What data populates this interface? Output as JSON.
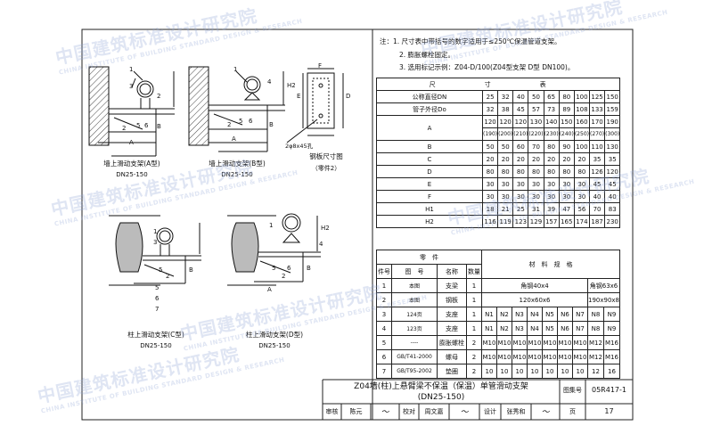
{
  "notes": {
    "n1": "注：1. 尺寸表中带括号的数字适用于≤250℃保温管道支架。",
    "n2": "2. 膨胀螺栓固定。",
    "n3": "3. 选用标记示例：Z04-D/100(Z04型支架 D型 DN100)。"
  },
  "dimension_table": {
    "title": "尺　寸　表",
    "rows": [
      {
        "label": "公称直径DN",
        "values": [
          "25",
          "32",
          "40",
          "50",
          "65",
          "80",
          "100",
          "125",
          "150"
        ]
      },
      {
        "label": "管子外径Do",
        "values": [
          "32",
          "38",
          "45",
          "57",
          "73",
          "89",
          "108",
          "133",
          "159"
        ]
      },
      {
        "label": "A",
        "values": [
          "120",
          "120",
          "120",
          "130",
          "140",
          "150",
          "160",
          "170",
          "190"
        ]
      },
      {
        "label": "",
        "values": [
          "(190)",
          "(200)",
          "(210)",
          "(220)",
          "(230)",
          "(240)",
          "(250)",
          "(270)",
          "(300)"
        ]
      },
      {
        "label": "B",
        "values": [
          "50",
          "50",
          "60",
          "70",
          "80",
          "90",
          "100",
          "110",
          "130"
        ]
      },
      {
        "label": "C",
        "values": [
          "20",
          "20",
          "20",
          "20",
          "20",
          "20",
          "20",
          "35",
          "35"
        ]
      },
      {
        "label": "D",
        "values": [
          "80",
          "80",
          "80",
          "80",
          "80",
          "80",
          "80",
          "126",
          "120"
        ]
      },
      {
        "label": "E",
        "values": [
          "30",
          "30",
          "30",
          "30",
          "30",
          "30",
          "30",
          "45",
          "45"
        ]
      },
      {
        "label": "F",
        "values": [
          "30",
          "30",
          "30",
          "30",
          "30",
          "30",
          "30",
          "40",
          "40"
        ]
      },
      {
        "label": "H1",
        "values": [
          "18",
          "21",
          "25",
          "31",
          "39",
          "47",
          "56",
          "70",
          "83"
        ]
      },
      {
        "label": "H2",
        "values": [
          "116",
          "119",
          "123",
          "129",
          "157",
          "165",
          "174",
          "187",
          "230"
        ]
      }
    ]
  },
  "parts_table": {
    "header": {
      "col1": "零　件",
      "spec": "材　料　规　格"
    },
    "subheader": {
      "no": "件号",
      "drawing": "图　号",
      "name": "名称",
      "qty": "数量"
    },
    "rows": [
      {
        "no": "1",
        "drawing": "本图",
        "name": "支梁",
        "qty": "1",
        "span": [
          "角钢40x4",
          "角钢63x6"
        ]
      },
      {
        "no": "2",
        "drawing": "本图",
        "name": "钢板",
        "qty": "1",
        "span": [
          "120x60x6",
          "190x90x8"
        ]
      },
      {
        "no": "3",
        "drawing": "124页",
        "name": "支座",
        "qty": "1",
        "cells": [
          "N1",
          "N2",
          "N3",
          "N4",
          "N5",
          "N6",
          "N7",
          "N8",
          "N9"
        ]
      },
      {
        "no": "4",
        "drawing": "123页",
        "name": "支座",
        "qty": "1",
        "cells": [
          "N1",
          "N2",
          "N3",
          "N4",
          "N5",
          "N6",
          "N7",
          "N8",
          "N9"
        ]
      },
      {
        "no": "5",
        "drawing": "----",
        "name": "膨胀螺栓",
        "qty": "2",
        "cells": [
          "M10",
          "M10",
          "M10",
          "M10",
          "M10",
          "M10",
          "M10",
          "M12",
          "M16"
        ]
      },
      {
        "no": "6",
        "drawing": "GB/T41-2000",
        "name": "螺母",
        "qty": "2",
        "cells": [
          "M10",
          "M10",
          "M10",
          "M10",
          "M10",
          "M10",
          "M10",
          "M12",
          "M16"
        ]
      },
      {
        "no": "7",
        "drawing": "GB/T95-2002",
        "name": "垫圈",
        "qty": "2",
        "cells": [
          "10",
          "10",
          "10",
          "10",
          "10",
          "10",
          "10",
          "12",
          "16"
        ]
      }
    ]
  },
  "title_block": {
    "title1": "Z04墙(柱)上悬臂梁不保温（保温）单管滑动支架",
    "title2": "(DN25-150)",
    "atlas_label": "图集号",
    "atlas_no": "05R417-1",
    "review_label": "审核",
    "review_name": "陈元",
    "check_label": "校对",
    "check_name": "周文嘉",
    "design_label": "设计",
    "design_name": "张秀和",
    "page_label": "页",
    "page_no": "17"
  },
  "drawings": {
    "a": {
      "name": "墙上滑动支架(A型)",
      "model": "DN25-150"
    },
    "b": {
      "name": "墙上滑动支架(B型)",
      "model": "DN25-150"
    },
    "plate": {
      "name": "钢板尺寸图",
      "sub": "（零件2）",
      "dim": "2φ8x45孔"
    },
    "c": {
      "name": "柱上滑动支架(C型)",
      "model": "DN25-150"
    },
    "d": {
      "name": "柱上滑动支架(D型)",
      "model": "DN25-150"
    }
  },
  "watermark": {
    "cn": "中国建筑标准设计研究院",
    "en": "CHINA INSTITUTE OF BUILDING STANDARD DESIGN & RESEARCH"
  }
}
